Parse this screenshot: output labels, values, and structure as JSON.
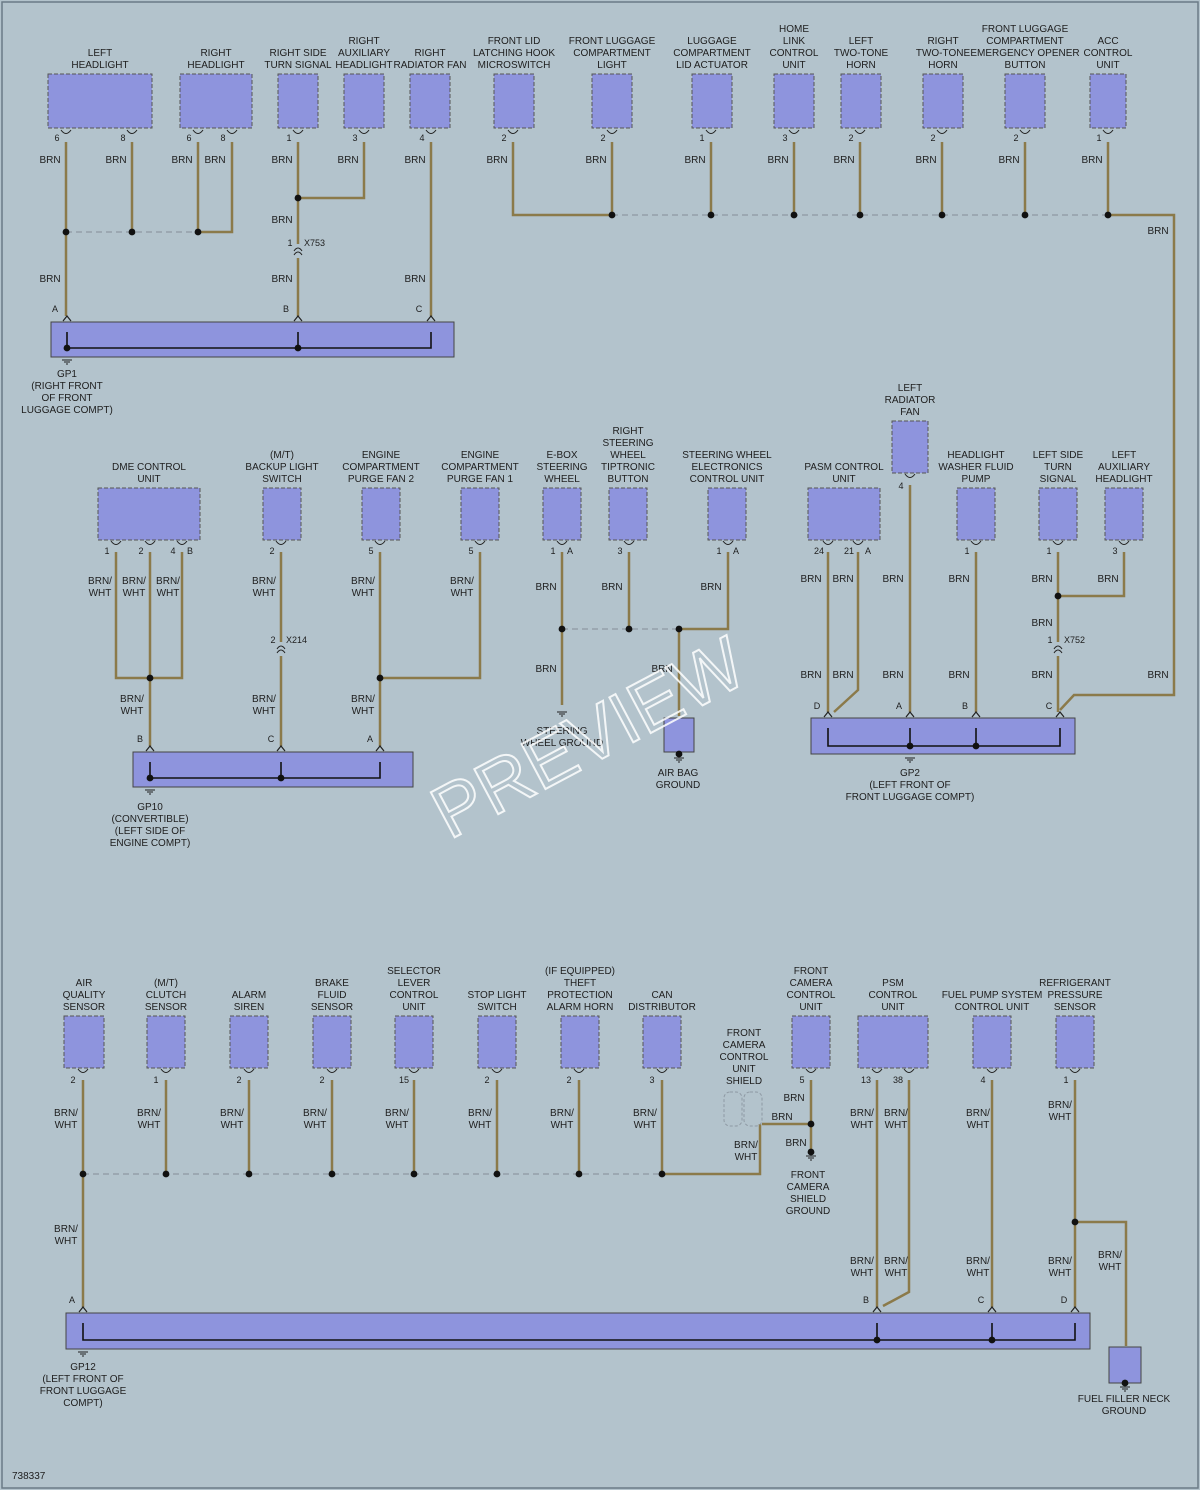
{
  "figure_id": "738337",
  "watermark": "PREVIEW",
  "wire_color_labels": {
    "brn": "BRN",
    "brn_wht": "BRN/ WHT"
  },
  "colors": {
    "wire": "#8b7a4a",
    "component": "#8e94dd",
    "background": "#b3c3cc"
  },
  "components": [
    {
      "label": "LEFT HEADLIGHT"
    },
    {
      "label": "RIGHT HEADLIGHT"
    },
    {
      "label": "RIGHT SIDE TURN SIGNAL"
    },
    {
      "label": "RIGHT AUXILIARY HEADLIGHT"
    },
    {
      "label": "RIGHT RADIATOR FAN"
    },
    {
      "label": "FRONT LID LATCHING HOOK MICROSWITCH"
    },
    {
      "label": "FRONT LUGGAGE COMPARTMENT LIGHT"
    },
    {
      "label": "LUGGAGE COMPARTMENT LID ACTUATOR"
    },
    {
      "label": "HOME LINK CONTROL UNIT"
    },
    {
      "label": "LEFT TWO-TONE HORN"
    },
    {
      "label": "RIGHT TWO-TONE HORN"
    },
    {
      "label": "FRONT LUGGAGE COMPARTMENT EMERGENCY OPENER BUTTON"
    },
    {
      "label": "ACC CONTROL UNIT"
    },
    {
      "label": "DME CONTROL UNIT"
    },
    {
      "label": "(M/T) BACKUP LIGHT SWITCH"
    },
    {
      "label": "ENGINE COMPARTMENT PURGE FAN 2"
    },
    {
      "label": "ENGINE COMPARTMENT PURGE FAN 1"
    },
    {
      "label": "E-BOX STEERING WHEEL"
    },
    {
      "label": "RIGHT STEERING WHEEL TIPTRONIC BUTTON"
    },
    {
      "label": "STEERING WHEEL ELECTRONICS CONTROL UNIT"
    },
    {
      "label": "LEFT RADIATOR FAN"
    },
    {
      "label": "PASM CONTROL UNIT"
    },
    {
      "label": "HEADLIGHT WASHER FLUID PUMP"
    },
    {
      "label": "LEFT SIDE TURN SIGNAL"
    },
    {
      "label": "LEFT AUXILIARY HEADLIGHT"
    },
    {
      "label": "AIR QUALITY SENSOR"
    },
    {
      "label": "(M/T) CLUTCH SENSOR"
    },
    {
      "label": "ALARM SIREN"
    },
    {
      "label": "BRAKE FLUID SENSOR"
    },
    {
      "label": "SELECTOR LEVER CONTROL UNIT"
    },
    {
      "label": "STOP LIGHT SWITCH"
    },
    {
      "label": "(IF EQUIPPED) THEFT PROTECTION ALARM HORN"
    },
    {
      "label": "CAN DISTRIBUTOR"
    },
    {
      "label": "FRONT CAMERA CONTROL UNIT SHIELD"
    },
    {
      "label": "FRONT CAMERA CONTROL UNIT"
    },
    {
      "label": "PSM CONTROL UNIT"
    },
    {
      "label": "FUEL PUMP SYSTEM CONTROL UNIT"
    },
    {
      "label": "REFRIGERANT PRESSURE SENSOR"
    }
  ],
  "grounds": [
    {
      "label": "GP1 (RIGHT FRONT OF FRONT LUGGAGE COMPT)"
    },
    {
      "label": "GP10 (CONVERTIBLE) (LEFT SIDE OF ENGINE COMPT)"
    },
    {
      "label": "GP2 (LEFT FRONT OF FRONT LUGGAGE COMPT)"
    },
    {
      "label": "GP12 (LEFT FRONT OF FRONT LUGGAGE COMPT)"
    },
    {
      "label": "STEERING WHEEL GROUND"
    },
    {
      "label": "AIR BAG GROUND"
    },
    {
      "label": "FRONT CAMERA SHIELD GROUND"
    },
    {
      "label": "FUEL FILLER NECK GROUND"
    }
  ],
  "connectors": [
    "X753",
    "X214",
    "X752"
  ]
}
